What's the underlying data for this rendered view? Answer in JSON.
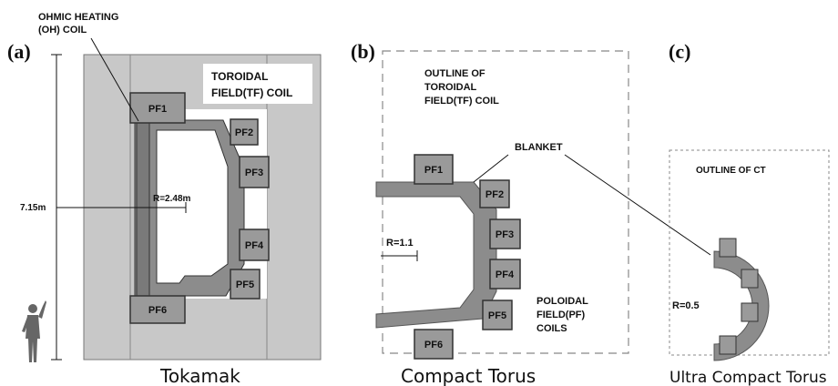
{
  "panels": {
    "a": "(a)",
    "b": "(b)",
    "c": "(c)"
  },
  "captions": {
    "a": "Tokamak",
    "b": "Compact Torus",
    "c": "Ultra Compact Torus"
  },
  "tokamak": {
    "oh_label_line1": "OHMIC HEATING",
    "oh_label_line2": "(OH) COIL",
    "tf_label_line1": "TOROIDAL",
    "tf_label_line2": "FIELD(TF) COIL",
    "height_label": "7.15m",
    "radius_label": "R=2.48m",
    "coils": [
      "PF1",
      "PF2",
      "PF3",
      "PF4",
      "PF5",
      "PF6"
    ]
  },
  "compact_torus": {
    "outline_line1": "OUTLINE OF",
    "outline_line2": "TOROIDAL",
    "outline_line3": "FIELD(TF) COIL",
    "blanket_label": "BLANKET",
    "radius_label": "R=1.1",
    "pf_line1": "POLOIDAL",
    "pf_line2": "FIELD(PF)",
    "pf_line3": "COILS",
    "coils": [
      "PF1",
      "PF2",
      "PF3",
      "PF4",
      "PF5",
      "PF6"
    ]
  },
  "ultra_compact": {
    "outline_label": "OUTLINE OF CT",
    "radius_label": "R=0.5"
  },
  "colors": {
    "tf_background": "#c8c8c8",
    "blanket": "#8c8c8c",
    "coil": "#9a9a9a"
  }
}
